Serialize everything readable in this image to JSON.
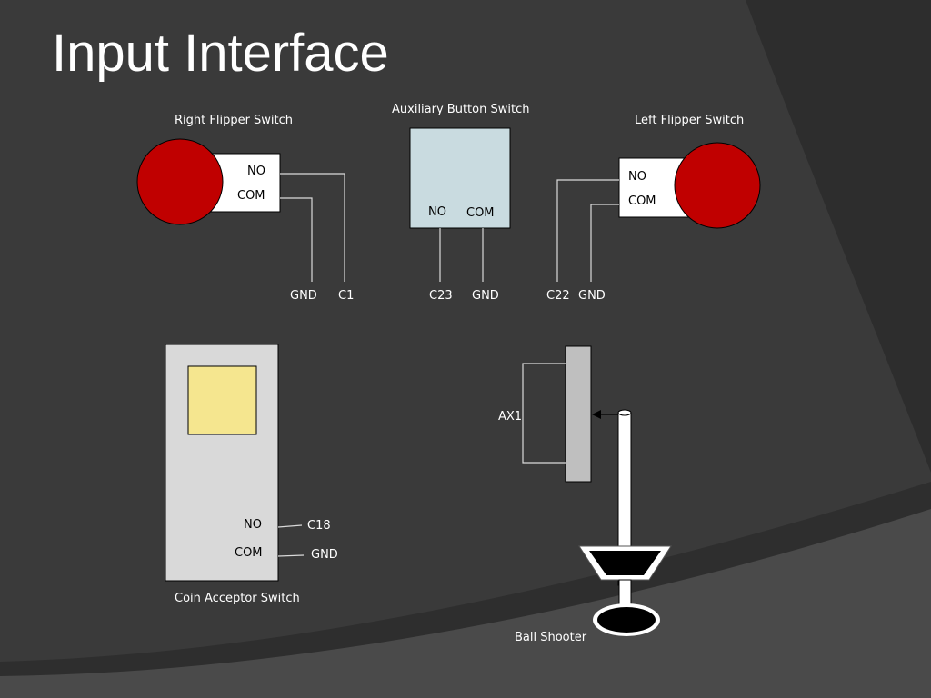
{
  "slide": {
    "title": "Input Interface"
  },
  "right_flipper": {
    "label": "Right Flipper Switch",
    "no": "NO",
    "com": "COM",
    "wire_left": "GND",
    "wire_right": "C1"
  },
  "aux_button": {
    "label": "Auxiliary Button Switch",
    "no": "NO",
    "com": "COM",
    "wire_left": "C23",
    "wire_right": "GND"
  },
  "left_flipper": {
    "label": "Left Flipper Switch",
    "no": "NO",
    "com": "COM",
    "wire_left": "C22",
    "wire_right": "GND"
  },
  "coin_acceptor": {
    "label": "Coin Acceptor Switch",
    "no": "NO",
    "com": "COM",
    "no_wire": "C18",
    "com_wire": "GND"
  },
  "ball_shooter": {
    "label": "Ball Shooter",
    "sensor": "AX1"
  },
  "colors": {
    "background": "#3a3a3a",
    "swoosh_dark": "#2d2d2d",
    "swoosh_light": "#4a4a4a",
    "button_red": "#c00000",
    "aux_box": "#c9dbe0",
    "coin_body": "#d9d9d9",
    "coin_slot": "#f5e68f",
    "sensor_bar": "#bfbfbf"
  }
}
